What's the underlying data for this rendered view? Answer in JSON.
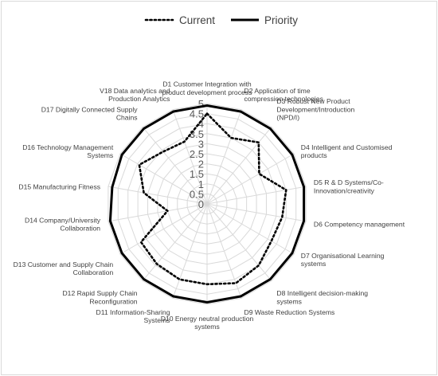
{
  "chart_data": {
    "type": "radar",
    "title": "",
    "r_range": [
      0,
      5
    ],
    "r_ticks": [
      "0",
      "0.5",
      "1",
      "1.5",
      "2",
      "2.5",
      "3",
      "3.5",
      "4",
      "4.5",
      "5"
    ],
    "grid": true,
    "legend_position": "top",
    "categories": [
      [
        "D1 Customer Integration with",
        "product development process"
      ],
      [
        "D2 Application of time",
        "compression technologies"
      ],
      [
        "D3 Robust New Product",
        "Development/Introduction",
        "(NPD/I)"
      ],
      [
        "D4 Intelligent and Customised",
        "products"
      ],
      [
        "D5 R & D Systems/Co-",
        "Innovation/creativity"
      ],
      [
        "D6 Competency management"
      ],
      [
        "D7 Organisational Learning",
        "systems"
      ],
      [
        "D8 Intelligent decision-making",
        "systems"
      ],
      [
        "D9 Waste Reduction Systems"
      ],
      [
        "D10 Energy neutral production",
        "systems"
      ],
      [
        "D11 Information-Sharing",
        "Systems"
      ],
      [
        "D12 Rapid Supply Chain",
        "Reconfiguration"
      ],
      [
        "D13 Customer and Supply Chain",
        "Collaboration"
      ],
      [
        "D14 Company/University",
        "Collaboration"
      ],
      [
        "D15 Manufacturing Fitness"
      ],
      [
        "D16 Technology Management",
        "Systems"
      ],
      [
        "D17 Digitally Connected Supply",
        "Chains"
      ],
      [
        "V18 Data analytics and",
        "Production Analytics"
      ]
    ],
    "series": [
      {
        "name": "Current",
        "line_style": "dotted",
        "color": "#000000",
        "values": [
          4.5,
          3.5,
          4.0,
          3.0,
          4.0,
          3.8,
          3.7,
          4.0,
          4.2,
          4.0,
          4.0,
          3.9,
          3.8,
          2.0,
          3.2,
          3.9,
          3.4,
          3.3
        ]
      },
      {
        "name": "Priority",
        "line_style": "solid",
        "color": "#000000",
        "values": [
          4.9,
          4.9,
          4.9,
          4.9,
          4.9,
          4.9,
          4.9,
          4.9,
          4.9,
          4.9,
          4.9,
          4.9,
          4.9,
          4.9,
          4.8,
          4.9,
          4.9,
          4.9
        ]
      }
    ]
  }
}
